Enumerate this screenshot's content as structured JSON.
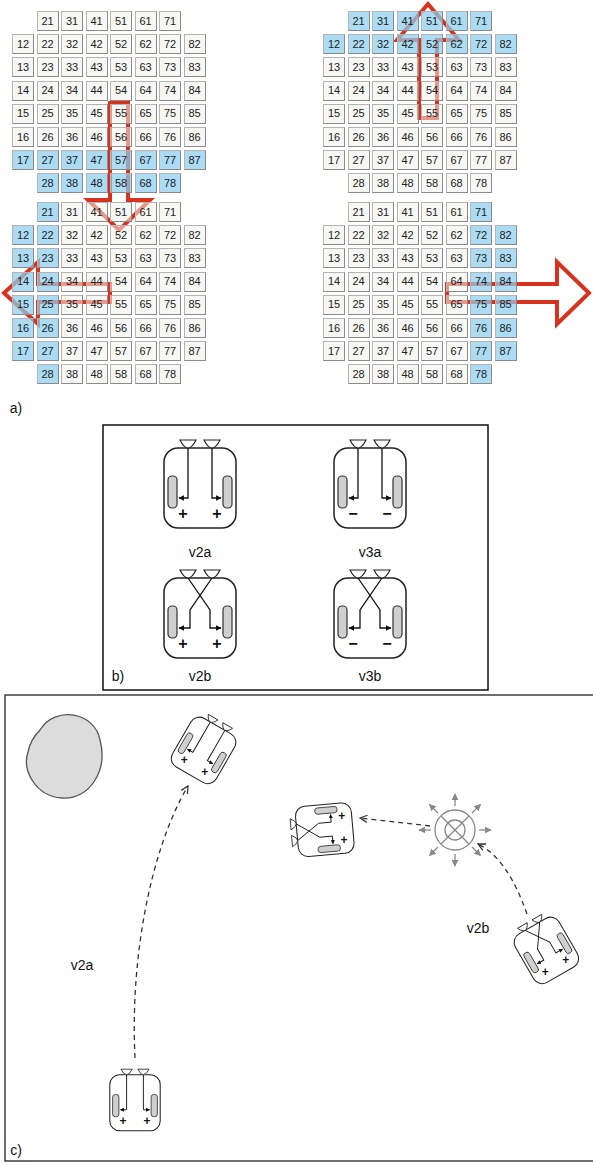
{
  "diagram": {
    "nodes": [
      {
        "text": [
          "21"
        ]
      },
      {
        "text": [
          "31"
        ]
      },
      {
        "text": [
          "41"
        ]
      },
      {
        "text": [
          "51"
        ]
      },
      {
        "text": [
          "61"
        ]
      },
      {
        "text": [
          "71"
        ]
      },
      {
        "text": [
          "12"
        ]
      },
      {
        "text": [
          "22"
        ]
      },
      {
        "text": [
          "32"
        ]
      },
      {
        "text": [
          "42"
        ]
      },
      {
        "text": [
          "52"
        ]
      },
      {
        "text": [
          "62"
        ]
      },
      {
        "text": [
          "72"
        ]
      },
      {
        "text": [
          "82"
        ]
      },
      {
        "text": [
          "13"
        ]
      },
      {
        "text": [
          "23"
        ]
      },
      {
        "text": [
          "33"
        ]
      },
      {
        "text": [
          "43"
        ]
      },
      {
        "text": [
          "53"
        ]
      },
      {
        "text": [
          "63"
        ]
      },
      {
        "text": [
          "73"
        ]
      },
      {
        "text": [
          "83"
        ]
      },
      {
        "text": [
          "14"
        ]
      },
      {
        "text": [
          "24"
        ]
      },
      {
        "text": [
          "34"
        ]
      },
      {
        "text": [
          "44"
        ]
      },
      {
        "text": [
          "54"
        ]
      },
      {
        "text": [
          "64"
        ]
      },
      {
        "text": [
          "74"
        ]
      },
      {
        "text": [
          "84"
        ]
      },
      {
        "text": [
          "15"
        ]
      },
      {
        "text": [
          "25"
        ]
      },
      {
        "text": [
          "35"
        ]
      },
      {
        "text": [
          "45"
        ]
      },
      {
        "text": [
          "55"
        ]
      },
      {
        "text": [
          "65"
        ]
      },
      {
        "text": [
          "75"
        ]
      },
      {
        "text": [
          "85"
        ]
      },
      {
        "text": [
          "16"
        ]
      },
      {
        "text": [
          "26"
        ]
      },
      {
        "text": [
          "36"
        ]
      },
      {
        "text": [
          "46"
        ]
      },
      {
        "text": [
          "56"
        ]
      },
      {
        "text": [
          "66"
        ]
      },
      {
        "text": [
          "76"
        ]
      },
      {
        "text": [
          "86"
        ]
      },
      {
        "text": [
          "17"
        ]
      },
      {
        "text": [
          "27"
        ]
      },
      {
        "text": [
          "37"
        ]
      },
      {
        "text": [
          "47"
        ]
      },
      {
        "text": [
          "57"
        ]
      },
      {
        "text": [
          "67"
        ]
      },
      {
        "text": [
          "77"
        ]
      },
      {
        "text": [
          "87"
        ]
      },
      {
        "text": [
          "28"
        ]
      },
      {
        "text": [
          "38"
        ]
      },
      {
        "text": [
          "48"
        ]
      },
      {
        "text": [
          "58"
        ]
      },
      {
        "text": [
          "68"
        ]
      },
      {
        "text": [
          "78"
        ]
      },
      {
        "text": [
          "21"
        ]
      },
      {
        "text": [
          "31"
        ]
      },
      {
        "text": [
          "41"
        ]
      },
      {
        "text": [
          "51"
        ]
      },
      {
        "text": [
          "61"
        ]
      },
      {
        "text": [
          "71"
        ]
      },
      {
        "text": [
          "12"
        ]
      },
      {
        "text": [
          "22"
        ]
      },
      {
        "text": [
          "32"
        ]
      },
      {
        "text": [
          "42"
        ]
      },
      {
        "text": [
          "52"
        ]
      },
      {
        "text": [
          "62"
        ]
      },
      {
        "text": [
          "72"
        ]
      },
      {
        "text": [
          "82"
        ]
      },
      {
        "text": [
          "13"
        ]
      },
      {
        "text": [
          "23"
        ]
      },
      {
        "text": [
          "33"
        ]
      },
      {
        "text": [
          "43"
        ]
      },
      {
        "text": [
          "53"
        ]
      },
      {
        "text": [
          "63"
        ]
      },
      {
        "text": [
          "73"
        ]
      },
      {
        "text": [
          "83"
        ]
      },
      {
        "text": [
          "14"
        ]
      },
      {
        "text": [
          "24"
        ]
      },
      {
        "text": [
          "34"
        ]
      },
      {
        "text": [
          "44"
        ]
      },
      {
        "text": [
          "54"
        ]
      },
      {
        "text": [
          "64"
        ]
      },
      {
        "text": [
          "74"
        ]
      },
      {
        "text": [
          "84"
        ]
      },
      {
        "text": [
          "15"
        ]
      },
      {
        "text": [
          "25"
        ]
      },
      {
        "text": [
          "35"
        ]
      },
      {
        "text": [
          "45"
        ]
      },
      {
        "text": [
          "55"
        ]
      },
      {
        "text": [
          "65"
        ]
      },
      {
        "text": [
          "75"
        ]
      },
      {
        "text": [
          "85"
        ]
      },
      {
        "text": [
          "16"
        ]
      },
      {
        "text": [
          "26"
        ]
      },
      {
        "text": [
          "36"
        ]
      },
      {
        "text": [
          "46"
        ]
      },
      {
        "text": [
          "56"
        ]
      },
      {
        "text": [
          "66"
        ]
      },
      {
        "text": [
          "76"
        ]
      },
      {
        "text": [
          "86"
        ]
      },
      {
        "text": [
          "17"
        ]
      },
      {
        "text": [
          "27"
        ]
      },
      {
        "text": [
          "37"
        ]
      },
      {
        "text": [
          "47"
        ]
      },
      {
        "text": [
          "57"
        ]
      },
      {
        "text": [
          "67"
        ]
      },
      {
        "text": [
          "77"
        ]
      },
      {
        "text": [
          "87"
        ]
      },
      {
        "text": [
          "28"
        ]
      },
      {
        "text": [
          "38"
        ]
      },
      {
        "text": [
          "48"
        ]
      },
      {
        "text": [
          "58"
        ]
      },
      {
        "text": [
          "68"
        ]
      },
      {
        "text": [
          "78"
        ]
      },
      {
        "text": [
          "21"
        ]
      },
      {
        "text": [
          "31"
        ]
      },
      {
        "text": [
          "41"
        ]
      },
      {
        "text": [
          "51"
        ]
      },
      {
        "text": [
          "61"
        ]
      },
      {
        "text": [
          "71"
        ]
      },
      {
        "text": [
          "12"
        ]
      },
      {
        "text": [
          "22"
        ]
      },
      {
        "text": [
          "32"
        ]
      },
      {
        "text": [
          "42"
        ]
      },
      {
        "text": [
          "52"
        ]
      },
      {
        "text": [
          "62"
        ]
      },
      {
        "text": [
          "72"
        ]
      },
      {
        "text": [
          "82"
        ]
      },
      {
        "text": [
          "13"
        ]
      },
      {
        "text": [
          "23"
        ]
      },
      {
        "text": [
          "33"
        ]
      },
      {
        "text": [
          "43"
        ]
      },
      {
        "text": [
          "53"
        ]
      },
      {
        "text": [
          "63"
        ]
      },
      {
        "text": [
          "73"
        ]
      },
      {
        "text": [
          "83"
        ]
      },
      {
        "text": [
          "14"
        ]
      },
      {
        "text": [
          "24"
        ]
      },
      {
        "text": [
          "34"
        ]
      },
      {
        "text": [
          "44"
        ]
      },
      {
        "text": [
          "54"
        ]
      },
      {
        "text": [
          "64"
        ]
      },
      {
        "text": [
          "74"
        ]
      },
      {
        "text": [
          "84"
        ]
      },
      {
        "text": [
          "15"
        ]
      },
      {
        "text": [
          "25"
        ]
      },
      {
        "text": [
          "35"
        ]
      },
      {
        "text": [
          "45"
        ]
      },
      {
        "text": [
          "55"
        ]
      },
      {
        "text": [
          "65"
        ]
      },
      {
        "text": [
          "75"
        ]
      },
      {
        "text": [
          "85"
        ]
      },
      {
        "text": [
          "16"
        ]
      },
      {
        "text": [
          "26"
        ]
      },
      {
        "text": [
          "36"
        ]
      },
      {
        "text": [
          "46"
        ]
      },
      {
        "text": [
          "56"
        ]
      },
      {
        "text": [
          "66"
        ]
      },
      {
        "text": [
          "76"
        ]
      },
      {
        "text": [
          "86"
        ]
      },
      {
        "text": [
          "17"
        ]
      },
      {
        "text": [
          "27"
        ]
      },
      {
        "text": [
          "37"
        ]
      },
      {
        "text": [
          "47"
        ]
      },
      {
        "text": [
          "57"
        ]
      },
      {
        "text": [
          "67"
        ]
      },
      {
        "text": [
          "77"
        ]
      },
      {
        "text": [
          "87"
        ]
      },
      {
        "text": [
          "28"
        ]
      },
      {
        "text": [
          "38"
        ]
      },
      {
        "text": [
          "48"
        ]
      },
      {
        "text": [
          "58"
        ]
      },
      {
        "text": [
          "68"
        ]
      },
      {
        "text": [
          "78"
        ]
      },
      {
        "text": [
          "21"
        ]
      },
      {
        "text": [
          "31"
        ]
      },
      {
        "text": [
          "41"
        ]
      },
      {
        "text": [
          "51"
        ]
      },
      {
        "text": [
          "61"
        ]
      },
      {
        "text": [
          "71"
        ]
      },
      {
        "text": [
          "12"
        ]
      },
      {
        "text": [
          "22"
        ]
      },
      {
        "text": [
          "32"
        ]
      },
      {
        "text": [
          "42"
        ]
      },
      {
        "text": [
          "52"
        ]
      },
      {
        "text": [
          "62"
        ]
      },
      {
        "text": [
          "72"
        ]
      },
      {
        "text": [
          "82"
        ]
      },
      {
        "text": [
          "13"
        ]
      },
      {
        "text": [
          "23"
        ]
      },
      {
        "text": [
          "33"
        ]
      },
      {
        "text": [
          "43"
        ]
      },
      {
        "text": [
          "53"
        ]
      },
      {
        "text": [
          "63"
        ]
      },
      {
        "text": [
          "73"
        ]
      },
      {
        "text": [
          "83"
        ]
      },
      {
        "text": [
          "14"
        ]
      },
      {
        "text": [
          "24"
        ]
      },
      {
        "text": [
          "34"
        ]
      },
      {
        "text": [
          "44"
        ]
      },
      {
        "text": [
          "54"
        ]
      },
      {
        "text": [
          "64"
        ]
      },
      {
        "text": [
          "74"
        ]
      },
      {
        "text": [
          "84"
        ]
      },
      {
        "text": [
          "15"
        ]
      },
      {
        "text": [
          "25"
        ]
      },
      {
        "text": [
          "35"
        ]
      },
      {
        "text": [
          "45"
        ]
      },
      {
        "text": [
          "55"
        ]
      },
      {
        "text": [
          "65"
        ]
      },
      {
        "text": [
          "75"
        ]
      },
      {
        "text": [
          "85"
        ]
      },
      {
        "text": [
          "16"
        ]
      },
      {
        "text": [
          "26"
        ]
      },
      {
        "text": [
          "36"
        ]
      },
      {
        "text": [
          "46"
        ]
      },
      {
        "text": [
          "56"
        ]
      },
      {
        "text": [
          "66"
        ]
      },
      {
        "text": [
          "76"
        ]
      },
      {
        "text": [
          "86"
        ]
      },
      {
        "text": [
          "17"
        ]
      },
      {
        "text": [
          "27"
        ]
      },
      {
        "text": [
          "37"
        ]
      },
      {
        "text": [
          "47"
        ]
      },
      {
        "text": [
          "57"
        ]
      },
      {
        "text": [
          "67"
        ]
      },
      {
        "text": [
          "77"
        ]
      },
      {
        "text": [
          "87"
        ]
      },
      {
        "text": [
          "28"
        ]
      },
      {
        "text": [
          "38"
        ]
      },
      {
        "text": [
          "48"
        ]
      },
      {
        "text": [
          "58"
        ]
      },
      {
        "text": [
          "68"
        ]
      },
      {
        "text": [
          "78"
        ]
      }
    ],
    "labels": [
      "a)",
      "+",
      "+",
      "−",
      "−",
      "v2a",
      "v3a",
      "+",
      "+",
      "−",
      "−",
      "v2b",
      "v3b",
      "b)",
      "+",
      "+",
      "+",
      "+",
      "v2a",
      "v2b",
      "+",
      "+",
      "+",
      "+",
      "c)"
    ]
  }
}
